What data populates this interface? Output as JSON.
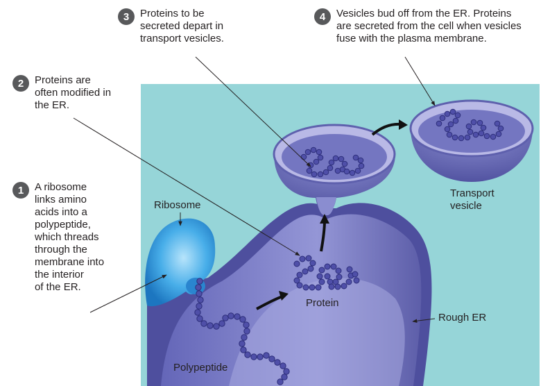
{
  "steps": [
    {
      "number": "1",
      "text": "A ribosome\nlinks amino\nacids into a\npolypeptide,\nwhich threads\nthrough the\nmembrane into\nthe interior\nof the ER."
    },
    {
      "number": "2",
      "text": "Proteins are\noften modified in\nthe ER."
    },
    {
      "number": "3",
      "text": "Proteins to be\nsecreted depart in\ntransport vesicles."
    },
    {
      "number": "4",
      "text": "Vesicles bud off from the ER. Proteins\nare secreted from the cell when vesicles\nfuse with the plasma membrane."
    }
  ],
  "labels": {
    "ribosome": "Ribosome",
    "protein": "Protein",
    "polypeptide": "Polypeptide",
    "rough_er": "Rough ER",
    "transport_vesicle": "Transport\nvesicle"
  },
  "colors": {
    "background_panel": "#96d5d8",
    "er_membrane": "#5b5aa8",
    "er_interior": "#8c8fd0",
    "ribosome": "#2a8fd6",
    "amino_acid_bead": "#4f4fa8",
    "badge": "#58595b"
  }
}
